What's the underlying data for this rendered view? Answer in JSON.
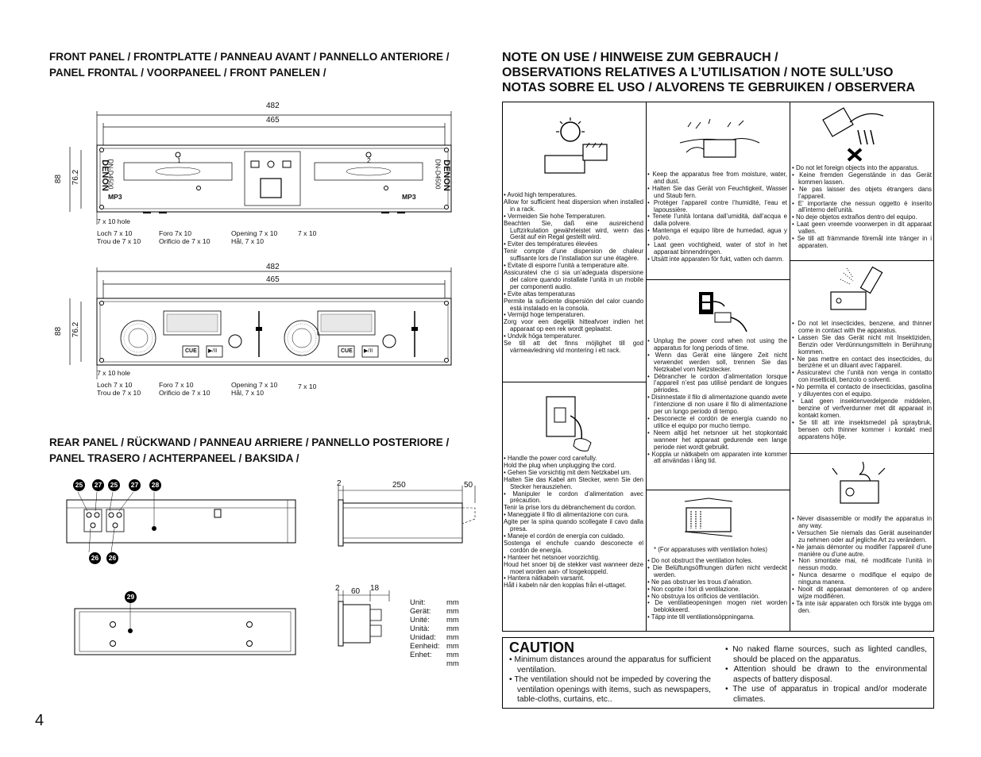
{
  "page_number": "4",
  "front_panel": {
    "heading_line1": "FRONT PANEL / FRONTPLATTE / PANNEAU AVANT / PANNELLO ANTERIORE /",
    "heading_line2": "PANEL FRONTAL / VOORPANEEL / FRONT PANELEN /",
    "dim_482": "482",
    "dim_465": "465",
    "dim_88": "88",
    "dim_762": "76.2",
    "hole_label": "7 x 10 hole",
    "hole_de": "Loch 7 x 10",
    "hole_fr": "Trou de 7 x 10",
    "hole_it": "Foro 7x 10",
    "hole_es": "Orificio de 7 x 10",
    "hole_nl": "Opening 7 x 10",
    "hole_sv": "Hål, 7 x 10",
    "hole_en": "7 x 10",
    "brand": "DENON",
    "model": "DN-D4500",
    "mp3": "MP3",
    "deck1": "1",
    "deck2": "2"
  },
  "controller": {
    "dim_482": "482",
    "dim_465": "465",
    "dim_88": "88",
    "dim_762": "76.2",
    "hole_label": "7 x 10 hole",
    "hole_de": "Loch 7 x 10",
    "hole_fr": "Trou de 7 x 10",
    "hole_it": "Foro 7 x 10",
    "hole_es": "Orificio de 7 x 10",
    "hole_nl": "Opening 7 x 10",
    "hole_sv": "Hål, 7 x 10",
    "hole_en": "7 x 10",
    "cue": "CUE",
    "play": "▶/II"
  },
  "rear_panel": {
    "heading_line1": "REAR PANEL / RÜCKWAND / PANNEAU ARRIERE / PANNELLO POSTERIORE /",
    "heading_line2": "PANEL TRASERO / ACHTERPANEEL / BAKSIDA /",
    "callouts_top": [
      "25",
      "27",
      "25",
      "27",
      "28"
    ],
    "callouts_bottom": [
      "26",
      "26"
    ],
    "callout_29": "29",
    "side_dim_2": "2",
    "side_dim_250": "250",
    "side_dim_50": "50",
    "bottom_dim_2": "2",
    "bottom_dim_60": "60",
    "bottom_dim_18": "18",
    "units": [
      {
        "label": "Unit:",
        "value": "mm"
      },
      {
        "label": "Gerät:",
        "value": "mm"
      },
      {
        "label": "Unité:",
        "value": "mm"
      },
      {
        "label": "Unità:",
        "value": "mm"
      },
      {
        "label": "Unidad:",
        "value": "mm"
      },
      {
        "label": "Eenheid:",
        "value": "mm"
      },
      {
        "label": "Enhet:",
        "value": "mm"
      },
      {
        "label": "",
        "value": "mm"
      }
    ]
  },
  "note_on_use": {
    "heading_line1": "NOTE ON USE / HINWEISE ZUM GEBRAUCH /",
    "heading_line2": "OBSERVATIONS RELATIVES A L’UTILISATION / NOTE SULL’USO",
    "heading_line3": "NOTAS SOBRE EL USO / ALVORENS TE GEBRUIKEN / OBSERVERA",
    "cells": [
      {
        "items": [
          "• Avoid high temperatures.",
          "Allow for sufficient heat dispersion when installed in a rack.",
          "• Vermeiden Sie hohe Temperaturen.",
          "Beachten Sie, daß eine ausreichend Luftzirkulation gewährleistet wird, wenn das Gerät auf ein Regal gestellt wird.",
          "• Eviter des températures élevées",
          "Tenir compte d’une dispersion de chaleur suffisante lors de l’installation sur une étagère.",
          "• Evitate di esporre l’unità a temperature alte.",
          "Assicuratevi che ci sia un’adeguata dispersione del calore quando installate l’unità in un mobile per componenti audio.",
          "• Evite altas temperaturas",
          "Permite la suficiente dispersión del calor cuando está instalado en la consola.",
          "• Vermijd hoge temperaturen.",
          "Zorg voor een degelijk hitteafvoer indien het apparaat op een rek wordt geplaatst.",
          "• Undvik höga temperaturer.",
          "Se till att det finns möjlighet till god värmeavledning vid montering i ett rack."
        ]
      },
      {
        "items": [
          "• Keep the apparatus free from moisture, water, and dust.",
          "• Halten Sie das Gerät von Feuchtigkeit, Wasser und Staub fern.",
          "• Protéger l’appareil contre l’humidité, l’eau et lapoussière.",
          "• Tenete l’unità lontana dall’umidità, dall’acqua e dalla polvere.",
          "• Mantenga el equipo libre de humedad, agua y polvo.",
          "• Laat geen vochtigheid, water of stof in het apparaat binnendringen.",
          "• Utsätt inte apparaten för fukt, vatten och damm."
        ]
      },
      {
        "items": [
          "• Do not let foreign objects into the apparatus.",
          "• Keine fremden Gegenstände in das Gerät kommen lassen.",
          "• Ne pas laisser des objets étrangers dans l’appareil.",
          "• E’ importante che nessun oggetto è inserito all’interno dell’unità.",
          "• No deje objetos extraños dentro del equipo.",
          "• Laat geen vreemde voorwerpen in dit apparaat vallen.",
          "• Se till att främmande föremål inte tränger in i apparaten."
        ]
      },
      {
        "items": [
          "• Handle the power cord carefully.",
          "Hold the plug when unplugging the cord.",
          "• Gehen Sie vorsichtig mit dem Netzkabel um.",
          "Halten Sie das Kabel am Stecker, wenn Sie den Stecker herausziehen.",
          "• Manipuler le cordon d’alimentation avec précaution.",
          "Tenir la prise lors du débranchement du cordon.",
          "• Maneggiate il filo di alimentazione con cura.",
          "Agite per la spina quando scollegate il cavo dalla presa.",
          "• Maneje el cordón de energía con cuidado.",
          "Sostenga el enchufe cuando desconecte el cordón de energía.",
          "• Hanteer het netsnoer voorzichtig.",
          "Houd het snoer bij de stekker vast wanneer deze moet worden aan- of losgekoppeld.",
          "• Hantera nätkabeln varsamt.",
          "Håll i kabeln när den kopplas från el-uttaget."
        ]
      },
      {
        "items": [
          "• Unplug the power cord when not using the apparatus for long periods of time.",
          "• Wenn das Gerät eine längere Zeit nicht verwendet werden soll, trennen Sie das Netzkabel vom Netzstecker.",
          "• Débrancher le cordon d’alimentation lorsque l’appareil n’est pas utilisé pendant de longues périodes.",
          "• Disinnestate il filo di alimentazione quando avete l’intenzione di non usare il filo di alimentazione per un lungo periodo di tempo.",
          "• Desconecte el cordón de energía cuando no utilice el equipo por mucho tiempo.",
          "• Neem altijd het netsnoer uit het stopkontakt wanneer het apparaat gedurende een lange periode niet wordt gebruikt.",
          "• Koppla ur nätkabeln om apparaten inte kommer att användas i lång tid."
        ]
      },
      {
        "items": [
          "• Do not let insecticides, benzene, and thinner come in contact with the apparatus.",
          "• Lassen Sie das Gerät nicht mit Insektiziden, Benzin oder Verdünnungsmitteln in Berührung kommen.",
          "• Ne pas mettre en contact des insecticides, du benzène et un diluant avec l’appareil.",
          "• Assicuratevi che l’unità non venga in contatto con insetticidi, benzolo o solventi.",
          "• No permita el contacto de insecticidas, gasolina y diluyentes con el equipo.",
          "• Laat geen insektenverdelgende middelen, benzine of verfverdunner met dit apparaat in kontakt komen.",
          "• Se till att inte insektsmedel på spraybruk, bensen och thinner kommer i kontakt med apparatens hölje."
        ]
      },
      {
        "note": "* (For apparatuses with ventilation holes)",
        "items": [
          "• Do not obstruct the ventilation holes.",
          "• Die Belüftungsöffnungen dürfen nicht verdeckt werden.",
          "• Ne pas obstruer les trous d’aération.",
          "• Non coprite i fori di ventilazione.",
          "• No obstruya los orificios de ventilación.",
          "• De ventilatieopeningen mogen niet worden beblokkeerd.",
          "• Täpp inte till ventilationsöppningarna."
        ]
      },
      {
        "items": [
          "• Never disassemble or modify the apparatus in any way.",
          "• Versuchen Sie niemals das Gerät auseinander zu nehmen oder auf jegliche Art zu verändern.",
          "• Ne jamais démonter ou modifier l’appareil d’une manière ou d’une autre.",
          "• Non smontate mai, né modificate l’unità in nessun modo.",
          "• Nunca desarme o modifique el equipo de ninguna manera.",
          "• Nooit dit apparaat demonteren of op andere wijze modifiëren.",
          "• Ta inte isär apparaten och försök inte bygga om den."
        ]
      }
    ]
  },
  "caution": {
    "title": "CAUTION",
    "left": [
      "• Minimum distances around the apparatus for sufficient ventilation.",
      "• The ventilation should not be impeded by covering the ventilation openings with items, such as newspapers, table-cloths, curtains, etc.."
    ],
    "right": [
      "• No naked flame sources, such as lighted candles, should be placed on the apparatus.",
      "• Attention should be drawn to the environmental aspects of battery disposal.",
      "• The use of apparatus in tropical and/or moderate climates."
    ]
  }
}
